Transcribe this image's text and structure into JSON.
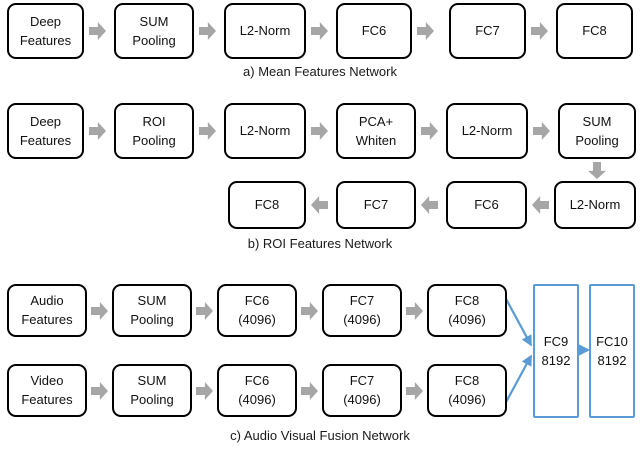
{
  "figure": {
    "type": "diagram",
    "title": "Network architecture diagrams",
    "colors": {
      "box_border": "#000000",
      "blue_box_border": "#5b9bd5",
      "arrow_gray": "#a6a6a6",
      "blue_connector": "#5b9bd5",
      "background": "#ffffff",
      "text": "#111111"
    }
  },
  "sections": [
    {
      "id": "a",
      "caption": "a) Mean Features Network",
      "nodes": [
        {
          "line1": "Deep",
          "line2": "Features"
        },
        {
          "line1": "SUM",
          "line2": "Pooling"
        },
        {
          "line1": "L2-Norm",
          "line2": ""
        },
        {
          "line1": "FC6",
          "line2": ""
        },
        {
          "line1": "FC7",
          "line2": ""
        },
        {
          "line1": "FC8",
          "line2": ""
        }
      ]
    },
    {
      "id": "b",
      "caption": "b) ROI Features Network",
      "row1": [
        {
          "line1": "Deep",
          "line2": "Features"
        },
        {
          "line1": "ROI",
          "line2": "Pooling"
        },
        {
          "line1": "L2-Norm",
          "line2": ""
        },
        {
          "line1": "PCA+",
          "line2": "Whiten"
        },
        {
          "line1": "L2-Norm",
          "line2": ""
        },
        {
          "line1": "SUM",
          "line2": "Pooling"
        }
      ],
      "row2": [
        {
          "line1": "FC8",
          "line2": ""
        },
        {
          "line1": "FC7",
          "line2": ""
        },
        {
          "line1": "FC6",
          "line2": ""
        },
        {
          "line1": "L2-Norm",
          "line2": ""
        }
      ]
    },
    {
      "id": "c",
      "caption": "c) Audio Visual Fusion Network",
      "audio_row": [
        {
          "line1": "Audio",
          "line2": "Features"
        },
        {
          "line1": "SUM",
          "line2": "Pooling"
        },
        {
          "line1": "FC6",
          "line2": "(4096)"
        },
        {
          "line1": "FC7",
          "line2": "(4096)"
        },
        {
          "line1": "FC8",
          "line2": "(4096)"
        }
      ],
      "video_row": [
        {
          "line1": "Video",
          "line2": "Features"
        },
        {
          "line1": "SUM",
          "line2": "Pooling"
        },
        {
          "line1": "FC6",
          "line2": "(4096)"
        },
        {
          "line1": "FC7",
          "line2": "(4096)"
        },
        {
          "line1": "FC8",
          "line2": "(4096)"
        }
      ],
      "fusion": [
        {
          "line1": "FC9",
          "line2": "8192"
        },
        {
          "line1": "FC10",
          "line2": "8192"
        }
      ]
    }
  ]
}
